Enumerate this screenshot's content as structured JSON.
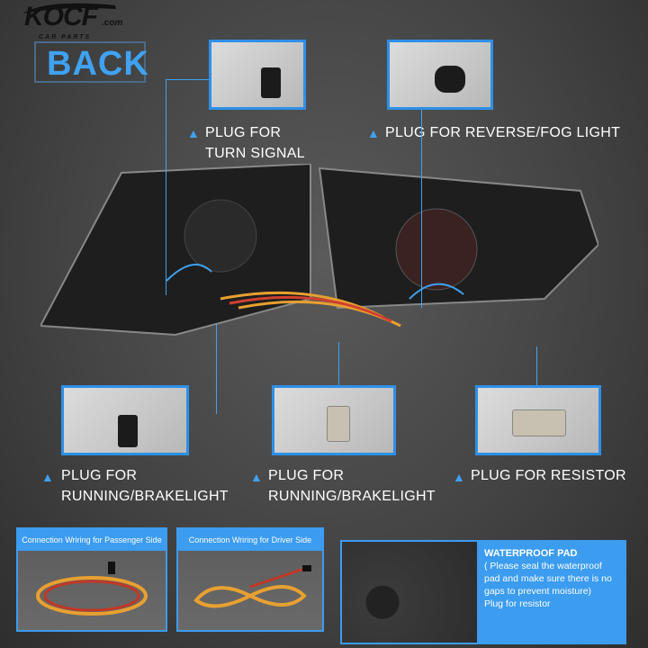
{
  "brand": {
    "logo_text": "KOCF",
    "logo_suffix": ".com",
    "logo_tagline": "CAR PARTS"
  },
  "heading": "BACK",
  "callouts": {
    "turn_signal": {
      "line1": "PLUG FOR",
      "line2": "TURN SIGNAL"
    },
    "reverse_fog": {
      "line1": "PLUG FOR REVERSE/FOG LIGHT"
    },
    "running_brake_1": {
      "line1": "PLUG FOR",
      "line2": "RUNNING/BRAKELIGHT"
    },
    "running_brake_2": {
      "line1": "PLUG FOR",
      "line2": "RUNNING/BRAKELIGHT"
    },
    "resistor": {
      "line1": "PLUG FOR RESISTOR"
    }
  },
  "wiring": {
    "passenger": "Connection Wriring for Passenger Side",
    "driver": "Connection Wriring for Driver Side"
  },
  "waterproof": {
    "title": "WATERPROOF PAD",
    "body": "( Please seal the waterproof pad and make sure there is no gaps to prevent moisture)",
    "footer": "Plug for resistor"
  },
  "icons": {
    "callout": "chevron-up-icon"
  },
  "colors": {
    "accent": "#3fa2f2",
    "background": "#444444"
  }
}
